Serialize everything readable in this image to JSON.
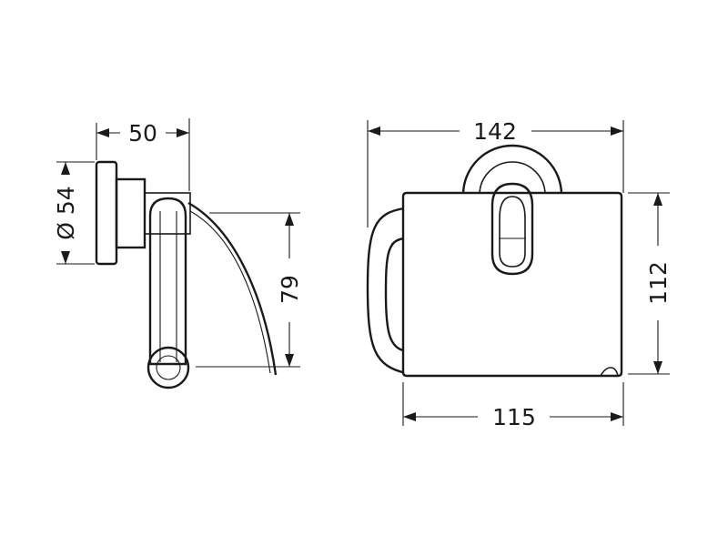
{
  "colors": {
    "line": "#1a1a1a",
    "background": "#ffffff"
  },
  "side_view": {
    "dim_depth": "50",
    "dim_rosette_diameter": "Ø 54",
    "dim_cover_height": "79"
  },
  "front_view": {
    "dim_overall_width": "142",
    "dim_height": "112",
    "dim_cover_width": "115"
  }
}
